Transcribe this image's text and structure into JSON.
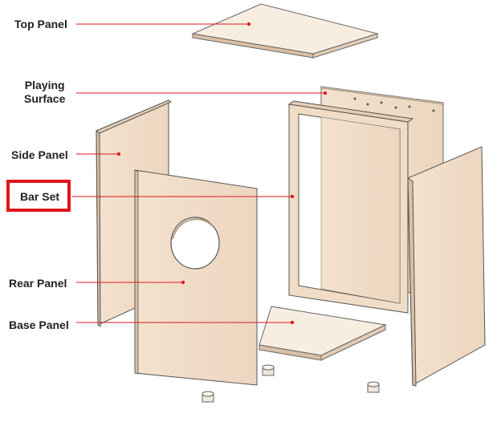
{
  "labels": {
    "top_panel": "Top Panel",
    "playing_surface_line1": "Playing",
    "playing_surface_line2": "Surface",
    "side_panel": "Side Panel",
    "bar_set": "Bar Set",
    "rear_panel": "Rear Panel",
    "base_panel": "Base Panel"
  },
  "highlighted": "bar_set",
  "colors": {
    "leader_line": "#e0161b",
    "highlight_box": "#e0161b",
    "wood_face": "#f0dcc8",
    "wood_edge": "#d9bfa4",
    "outline": "#555555"
  }
}
